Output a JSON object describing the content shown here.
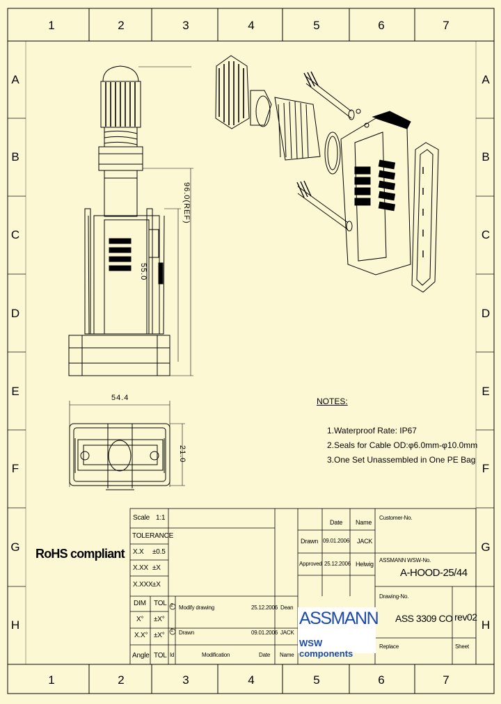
{
  "grid": {
    "columns": [
      "1",
      "2",
      "3",
      "4",
      "5",
      "6",
      "7"
    ],
    "rows": [
      "A",
      "B",
      "C",
      "D",
      "E",
      "F",
      "G",
      "H"
    ]
  },
  "dimensions": {
    "height_label": "55.0",
    "width_label": "54.4",
    "depth_label": "21.0",
    "rotated_label": "96.0(REF)"
  },
  "notes": {
    "title": "NOTES:",
    "items": [
      "1.Waterproof Rate: IP67",
      "2.Seals for Cable OD:φ6.0mm-φ10.0mm",
      "3.One Set Unassembled in One PE Bag"
    ]
  },
  "rohs": "RoHS compliant",
  "title_block": {
    "scale_label": "Scale",
    "scale_value": "1:1",
    "tolerance_label": "TOLERANCE",
    "tol_rows": [
      {
        "k": "X.X",
        "v": "±0.5"
      },
      {
        "k": "X.XX",
        "v": "±X"
      },
      {
        "k": "X.XXX",
        "v": "±X"
      }
    ],
    "dim_label": "DIM",
    "tol_label": "TOL",
    "tol_angle_rows": [
      {
        "k": "X°",
        "v": "±X°"
      },
      {
        "k": "X.X°",
        "v": "±X°"
      }
    ],
    "angle_label": "Angle",
    "angle_tol_label": "TOL",
    "date_header": "Date",
    "name_header": "Name",
    "drawn_label": "Drawn",
    "drawn_date": "09.01.2006",
    "drawn_name": "JACK",
    "approved_label": "Approved",
    "approved_date": "25.12.2006",
    "approved_name": "Helwig",
    "revisions": [
      {
        "id": "2",
        "mod": "Modify drawing",
        "date": "25.12.2006",
        "name": "Dean"
      },
      {
        "id": "1",
        "mod": "Drawn",
        "date": "09.01.2006",
        "name": "JACK"
      }
    ],
    "rev_headers": {
      "id": "Id",
      "mod": "Modification",
      "date": "Date",
      "name": "Name"
    },
    "customer_no_label": "Customer-No.",
    "assmann_no_label": "ASSMANN WSW-No.",
    "part_number": "A-HOOD-25/44",
    "drawing_no_label": "Drawing-No.",
    "drawing_no": "ASS 3309 CO",
    "revision": "rev02",
    "replace_label": "Replace",
    "sheet_label": "Sheet",
    "logo_brand": "ASSMANN",
    "logo_sub": "WSW components"
  },
  "colors": {
    "paper": "#fdf8d4",
    "logo_blue": "#1b4aa8",
    "line": "#000000"
  }
}
